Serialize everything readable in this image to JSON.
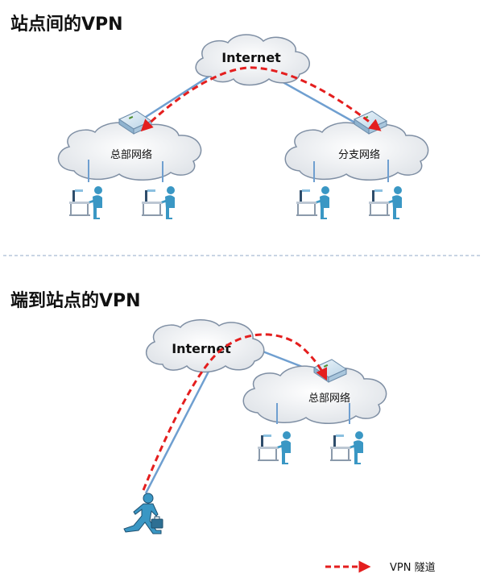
{
  "section1": {
    "title": "站点间的VPN",
    "internet_label": "Internet",
    "hq_label": "总部网络",
    "branch_label": "分支网络"
  },
  "section2": {
    "title": "端到站点的VPN",
    "internet_label": "Internet",
    "hq_label": "总部网络"
  },
  "legend": {
    "label": "VPN 隧道"
  },
  "colors": {
    "tunnel": "#e41e1e",
    "link": "#6f9fd0",
    "cloud_fill": "#eef0f3",
    "cloud_stroke": "#7f8fa4",
    "person": "#3a97c4",
    "separator": "#b7c6dc"
  }
}
